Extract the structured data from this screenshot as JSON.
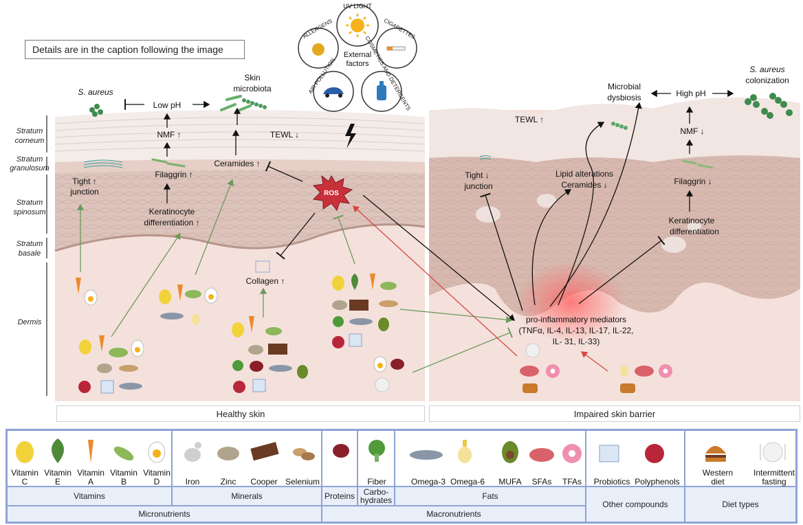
{
  "caption": "Details are in the caption following the image",
  "layers": {
    "corneum": [
      "Stratum",
      "corneum"
    ],
    "granulosum": [
      "Stratum",
      "granulosum"
    ],
    "spinosum": [
      "Stratum",
      "spinosum"
    ],
    "basale": [
      "Stratum",
      "basale"
    ],
    "dermis": "Dermis"
  },
  "external": {
    "center": [
      "External",
      "factors"
    ],
    "uv": "UV LIGHT",
    "allergens": "ALLERGENS",
    "cigarettes": "CIGARETTES",
    "air": "AIR POLLUTION",
    "cosmetics": "COSMETICS AND DETERGENTS"
  },
  "healthy": {
    "s_aureus": "S. aureus",
    "low_ph": "Low pH",
    "skin_micro": [
      "Skin",
      "microbiota"
    ],
    "nmf": "NMF ↑",
    "tewl": "TEWL ↓",
    "ceramides": "Ceramides ↑",
    "filaggrin": "Filaggrin ↑",
    "tight": [
      "Tight  ↑",
      "junction"
    ],
    "kerat": [
      "Keratinocyte",
      "differentiation ↑"
    ],
    "ros": "ROS",
    "collagen": "Collagen ↑",
    "panel": "Healthy skin"
  },
  "impaired": {
    "tewl": "TEWL ↑",
    "micro": [
      "Microbial",
      "dysbiosis"
    ],
    "high_ph": "High pH",
    "s_aureus": [
      "S. aureus",
      "colonization"
    ],
    "nmf": "NMF ↓",
    "tight": [
      "Tight ↓",
      "junction"
    ],
    "lipid": [
      "Lipid alterations",
      "Ceramides ↓"
    ],
    "filaggrin": "Filaggrin ↓",
    "kerat": [
      "Keratinocyte",
      "differentiation"
    ],
    "mediators": [
      "pro-inflammatory mediators",
      "(TNFα, IL-4, IL-13, IL-17, IL-22,",
      "IL- 31, IL-33)"
    ],
    "panel": "Impaired skin barrier"
  },
  "legend": {
    "vitamins": [
      [
        "Vitamin",
        "C"
      ],
      [
        "Vitamin",
        "E"
      ],
      [
        "Vitamin",
        "A"
      ],
      [
        "Vitamin",
        "B"
      ],
      [
        "Vitamin",
        "D"
      ]
    ],
    "minerals": [
      "Iron",
      "Zinc",
      "Cooper",
      "Selenium"
    ],
    "fiber": "Fiber",
    "fats": [
      "Omega-3",
      "Omega-6",
      "MUFA",
      "SFAs",
      "TFAs"
    ],
    "other": [
      "Probiotics",
      "Polyphenols"
    ],
    "diets": [
      [
        "Western",
        "diet"
      ],
      [
        "Intermittent",
        "fasting"
      ]
    ],
    "groups": {
      "vitamins": "Vitamins",
      "minerals": "Minerals",
      "proteins": "Proteins",
      "carbs": [
        "Carbo-",
        "hydrates"
      ],
      "fats": "Fats",
      "other": "Other compounds",
      "diet_types": "Diet types",
      "micro": "Micronutrients",
      "macro": "Macronutrients"
    }
  },
  "colors": {
    "skin_top": "#f3ece9",
    "skin_mid": "#dcc3bb",
    "dermis": "#f4e1dc",
    "legend_border": "#8da3d6",
    "green_arrow": "#6a9a5a",
    "red_arrow": "#d9453e",
    "ros": "#c8303a"
  }
}
